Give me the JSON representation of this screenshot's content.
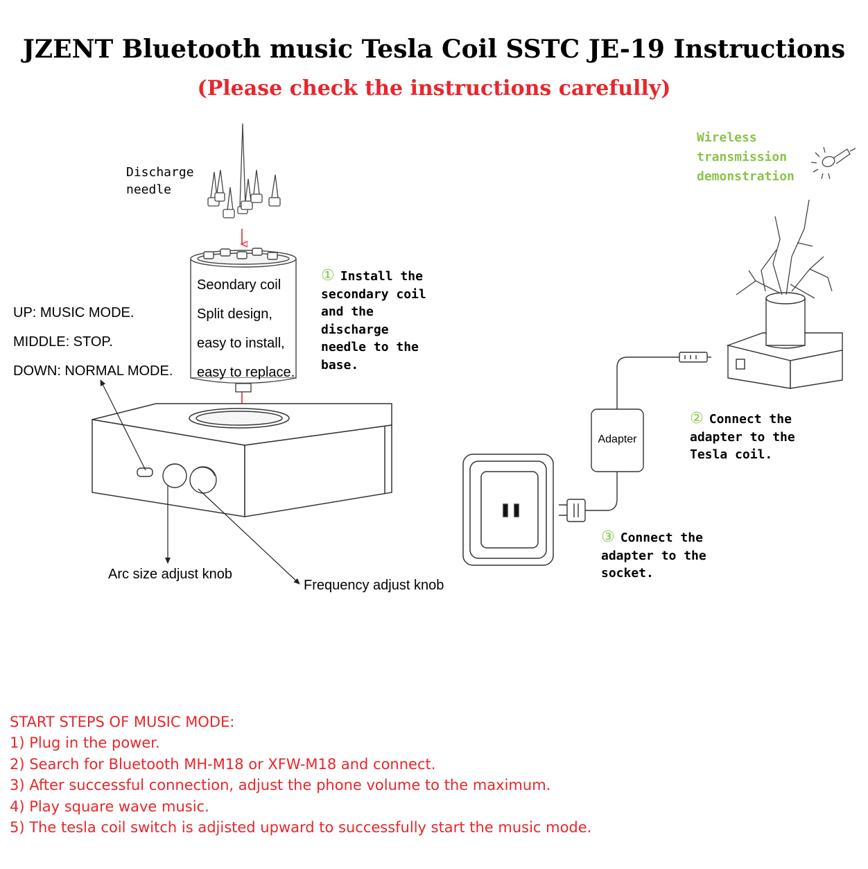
{
  "title": "JZENT Bluetooth music Tesla Coil SSTC JE-19 Instructions",
  "subtitle": "(Please check the instructions carefully)",
  "labels": {
    "discharge_needle": [
      "Discharge",
      "needle"
    ],
    "coil_text": [
      "Seondary coil",
      "Split design,",
      "easy to install,",
      "easy to replace."
    ],
    "switch_modes": [
      "UP: MUSIC MODE.",
      "MIDDLE: STOP.",
      "DOWN: NORMAL MODE."
    ],
    "arc_knob": "Arc size adjust knob",
    "freq_knob": "Frequency adjust knob",
    "adapter": "Adapter",
    "wireless": [
      "Wireless",
      "transmission",
      "demonstration"
    ]
  },
  "steps_callouts": [
    {
      "number": "①",
      "lines": [
        "Install the",
        "secondary coil",
        "and the",
        "discharge",
        "needle to the",
        "base."
      ]
    },
    {
      "number": "②",
      "lines": [
        "Connect the",
        "adapter to the",
        "Tesla coil."
      ]
    },
    {
      "number": "③",
      "lines": [
        "Connect the",
        "adapter to the",
        "socket."
      ]
    }
  ],
  "music_mode": {
    "heading": "START STEPS OF MUSIC MODE:",
    "steps": [
      "1) Plug in the power.",
      "2) Search for Bluetooth MH-M18 or XFW-M18 and connect.",
      "3) After successful connection, adjust the phone volume to the maximum.",
      "4) Play square wave music.",
      "5) The tesla coil switch is adjisted upward to successfully start the music mode."
    ]
  },
  "colors": {
    "accent_red": "#e8262b",
    "accent_green": "#8bc34a",
    "line": "#333333"
  }
}
